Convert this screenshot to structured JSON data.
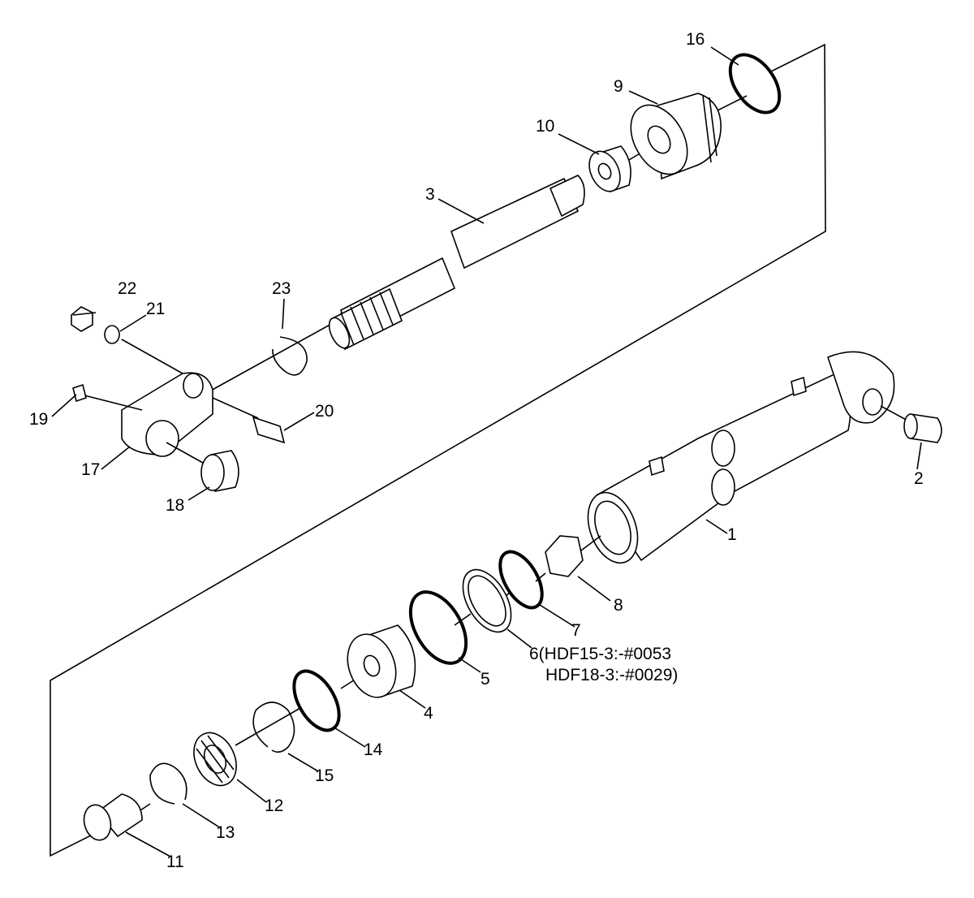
{
  "callouts": {
    "p1": "1",
    "p2": "2",
    "p3": "3",
    "p4": "4",
    "p5": "5",
    "p6": "6(HDF15-3:-#0053",
    "p6b": "HDF18-3:-#0029)",
    "p7": "7",
    "p8": "8",
    "p9": "9",
    "p10": "10",
    "p11": "11",
    "p12": "12",
    "p13": "13",
    "p14": "14",
    "p15": "15",
    "p16": "16",
    "p17": "17",
    "p18": "18",
    "p19": "19",
    "p20": "20",
    "p21": "21",
    "p22": "22",
    "p23": "23"
  }
}
